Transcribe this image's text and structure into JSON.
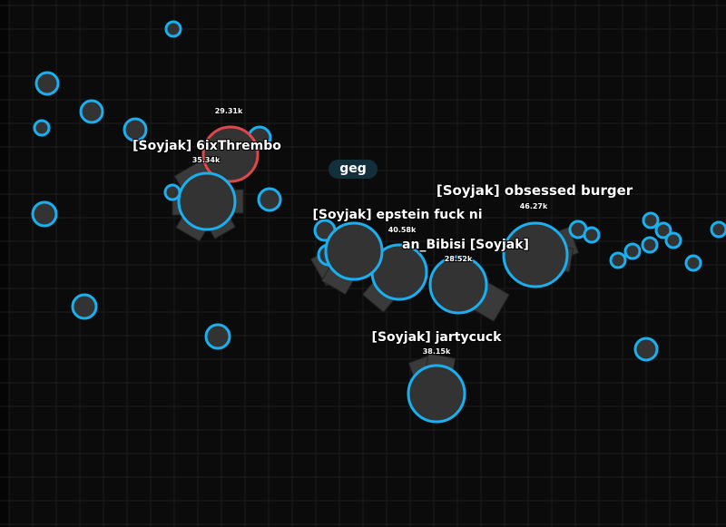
{
  "colors": {
    "background": "#0b0b0b",
    "grid": "#1c1c1c",
    "tank_fill": "#333333",
    "team_outline": "#1ab0f0",
    "enemy_outline": "#e0474c",
    "barrel": "#3a3a3a"
  },
  "chat_bubble": "geg",
  "players": [
    {
      "name": "[Soyjak] 6ixThrembo",
      "score": "35.34k"
    },
    {
      "name": "",
      "score": "29.31k"
    },
    {
      "name": "[Soyjak] epstein fuck ni",
      "score": "40.58k"
    },
    {
      "name": "an_Bibisi [Soyjak]",
      "score": "28.52k"
    },
    {
      "name": "[Soyjak] obsessed burger",
      "score": "46.27k"
    },
    {
      "name": "[Soyjak] jartycuck",
      "score": "38.15k"
    }
  ]
}
